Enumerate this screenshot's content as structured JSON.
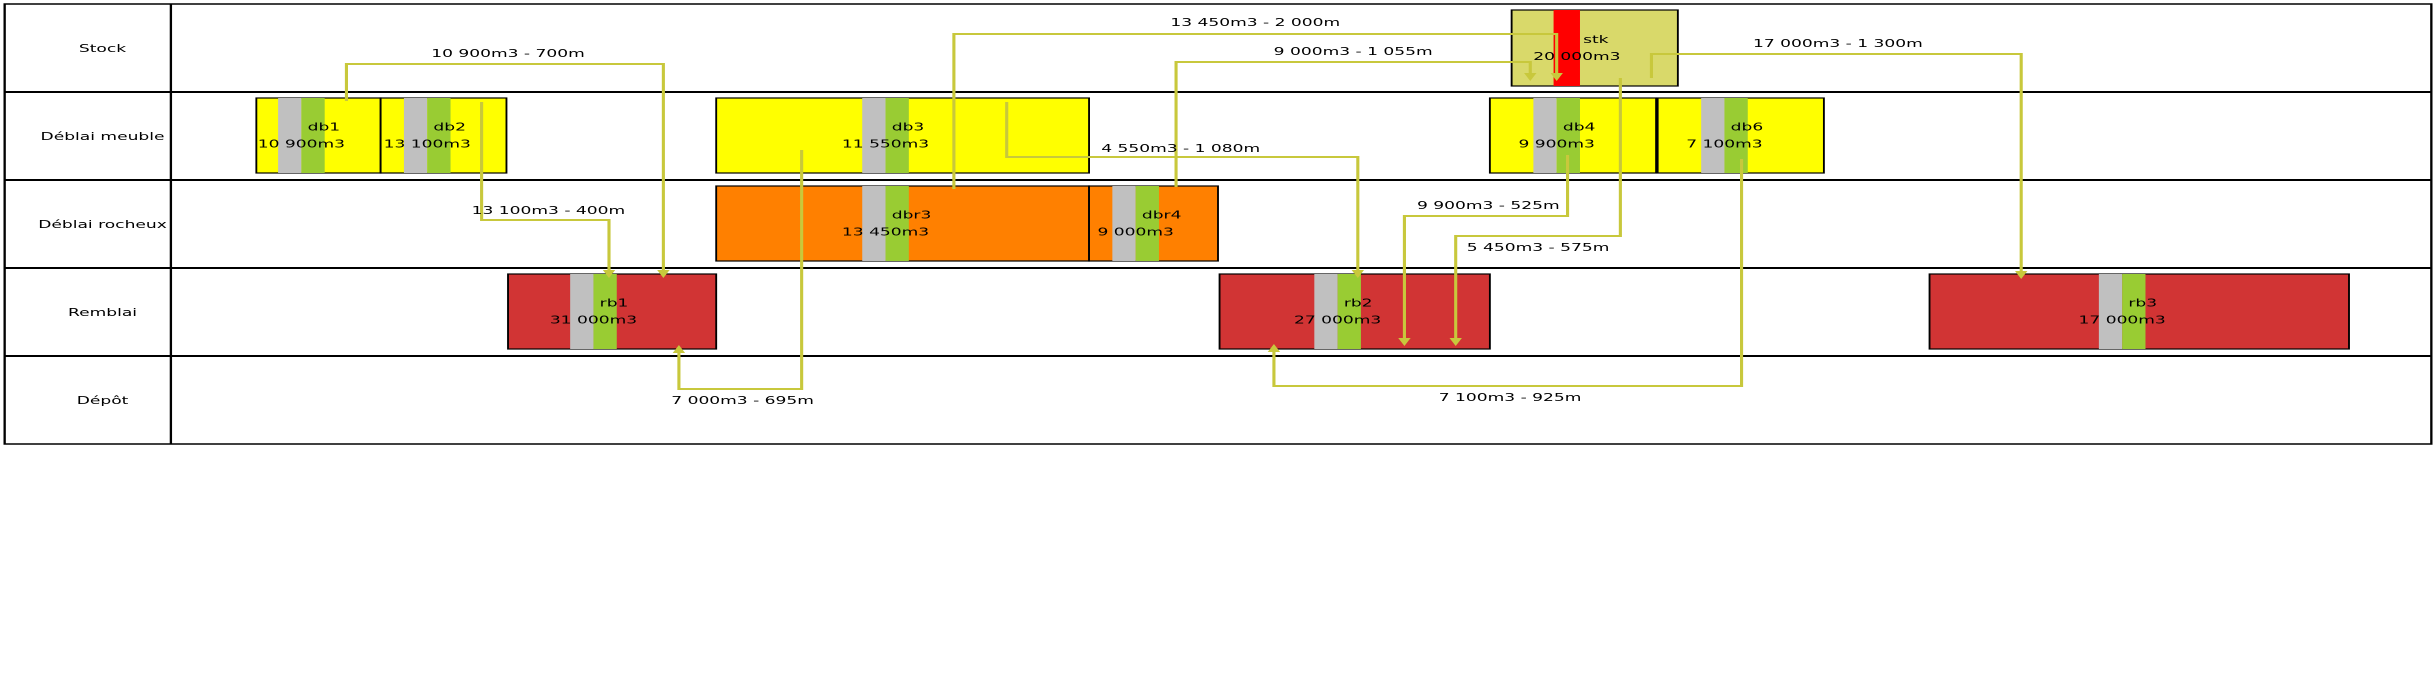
{
  "lanes": [
    {
      "id": "stock",
      "label": "Stock"
    },
    {
      "id": "deblai-meuble",
      "label": "Déblai meuble"
    },
    {
      "id": "deblai-rocheux",
      "label": "Déblai rocheux"
    },
    {
      "id": "remblai",
      "label": "Remblai"
    },
    {
      "id": "depot",
      "label": "Dépôt"
    }
  ],
  "blocks": [
    {
      "id": "stk",
      "name": "stk",
      "volume": "20 000m3",
      "lane": "stock",
      "color": "#D9D96A",
      "marker": "#FF0000"
    },
    {
      "id": "db1",
      "name": "db1",
      "volume": "10 900m3",
      "lane": "deblai-meuble",
      "color": "#FFFF00"
    },
    {
      "id": "db2",
      "name": "db2",
      "volume": "13 100m3",
      "lane": "deblai-meuble",
      "color": "#FFFF00"
    },
    {
      "id": "db3",
      "name": "db3",
      "volume": "11 550m3",
      "lane": "deblai-meuble",
      "color": "#FFFF00"
    },
    {
      "id": "db4",
      "name": "db4",
      "volume": "9 900m3",
      "lane": "deblai-meuble",
      "color": "#FFFF00"
    },
    {
      "id": "db6",
      "name": "db6",
      "volume": "7 100m3",
      "lane": "deblai-meuble",
      "color": "#FFFF00"
    },
    {
      "id": "dbr3",
      "name": "dbr3",
      "volume": "13 450m3",
      "lane": "deblai-rocheux",
      "color": "#FF8000"
    },
    {
      "id": "dbr4",
      "name": "dbr4",
      "volume": "9 000m3",
      "lane": "deblai-rocheux",
      "color": "#FF8000"
    },
    {
      "id": "rb1",
      "name": "rb1",
      "volume": "31 000m3",
      "lane": "remblai",
      "color": "#D13434"
    },
    {
      "id": "rb2",
      "name": "rb2",
      "volume": "27 000m3",
      "lane": "remblai",
      "color": "#D13434"
    },
    {
      "id": "rb3",
      "name": "rb3",
      "volume": "17 000m3",
      "lane": "remblai",
      "color": "#D13434"
    }
  ],
  "flows": [
    {
      "from": "db1",
      "to": "rb1",
      "label": "10 900m3 - 700m"
    },
    {
      "from": "db2",
      "to": "rb1",
      "label": "13 100m3 - 400m"
    },
    {
      "from": "db3",
      "to": "rb1",
      "label": "7 000m3 - 695m"
    },
    {
      "from": "dbr3",
      "to": "stk",
      "label": "13 450m3 - 2 000m"
    },
    {
      "from": "dbr4",
      "to": "stk",
      "label": "9 000m3 - 1 055m"
    },
    {
      "from": "db3",
      "to": "rb2",
      "label": "4 550m3 - 1 080m"
    },
    {
      "from": "db4",
      "to": "rb2",
      "label": "9 900m3 - 525m"
    },
    {
      "from": "stk",
      "to": "rb2",
      "label": "5 450m3 - 575m"
    },
    {
      "from": "db6",
      "to": "rb2",
      "label": "7 100m3 - 925m"
    },
    {
      "from": "stk",
      "to": "rb3",
      "label": "17 000m3 - 1 300m"
    }
  ],
  "colors": {
    "flow": "#C8C83C",
    "grey_band": "#C0C0C0",
    "green_band": "#99CC33",
    "grid": "#000000"
  }
}
